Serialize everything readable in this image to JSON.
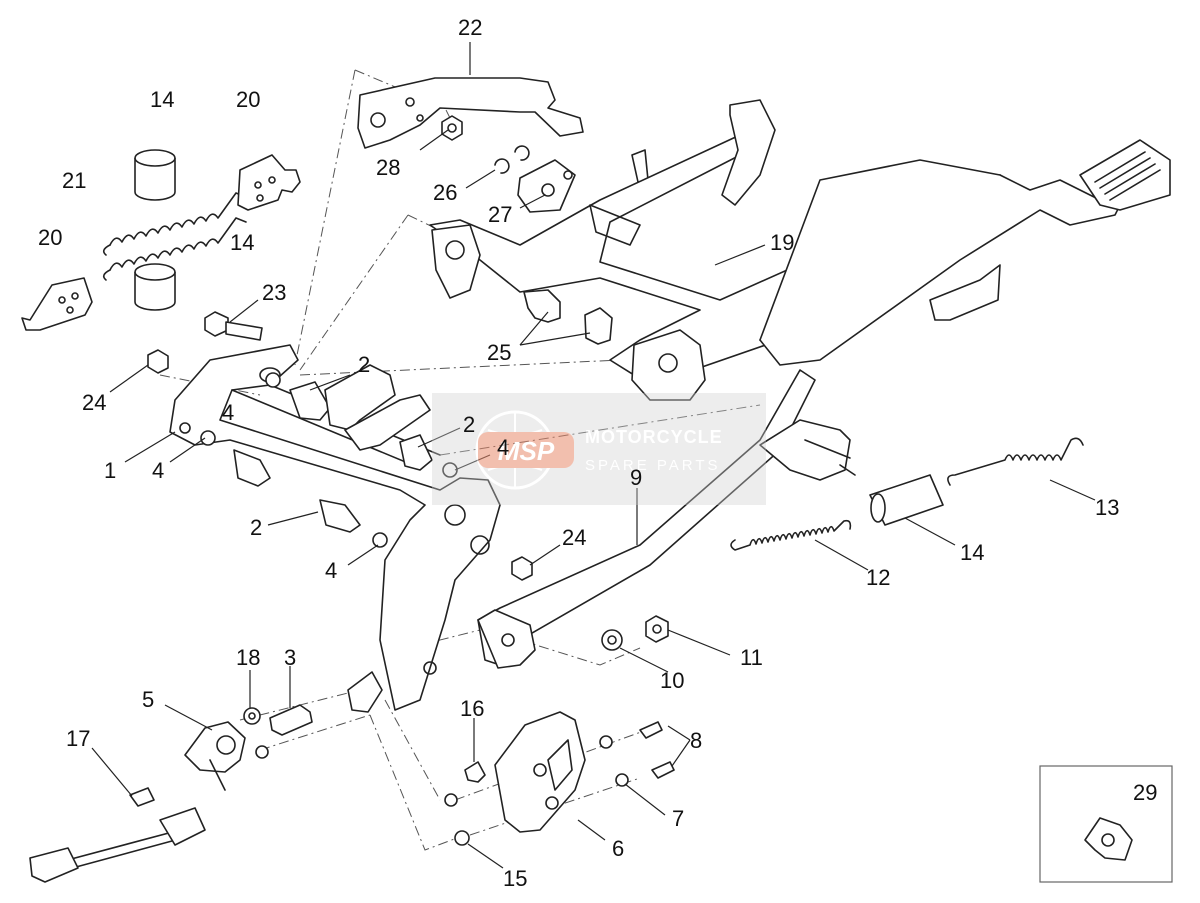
{
  "watermark": {
    "logo_text": "MSP",
    "line1": "MOTORCYCLE",
    "line2": "SPARE PARTS"
  },
  "callouts": [
    {
      "id": "c22a",
      "label": "22"
    },
    {
      "id": "c14a",
      "label": "14"
    },
    {
      "id": "c20a",
      "label": "20"
    },
    {
      "id": "c21",
      "label": "21"
    },
    {
      "id": "c20b",
      "label": "20"
    },
    {
      "id": "c14b",
      "label": "14"
    },
    {
      "id": "c28",
      "label": "28"
    },
    {
      "id": "c26",
      "label": "26"
    },
    {
      "id": "c27",
      "label": "27"
    },
    {
      "id": "c19",
      "label": "19"
    },
    {
      "id": "c23",
      "label": "23"
    },
    {
      "id": "c25",
      "label": "25"
    },
    {
      "id": "c24a",
      "label": "24"
    },
    {
      "id": "c2a",
      "label": "2"
    },
    {
      "id": "c4a",
      "label": "4"
    },
    {
      "id": "c2b",
      "label": "2"
    },
    {
      "id": "c4b",
      "label": "4"
    },
    {
      "id": "c1",
      "label": "1"
    },
    {
      "id": "c4c",
      "label": "4"
    },
    {
      "id": "c9",
      "label": "9"
    },
    {
      "id": "c13",
      "label": "13"
    },
    {
      "id": "c2c",
      "label": "2"
    },
    {
      "id": "c24b",
      "label": "24"
    },
    {
      "id": "c4d",
      "label": "4"
    },
    {
      "id": "c14c",
      "label": "14"
    },
    {
      "id": "c12",
      "label": "12"
    },
    {
      "id": "c18",
      "label": "18"
    },
    {
      "id": "c3",
      "label": "3"
    },
    {
      "id": "c11",
      "label": "11"
    },
    {
      "id": "c5",
      "label": "5"
    },
    {
      "id": "c10",
      "label": "10"
    },
    {
      "id": "c16",
      "label": "16"
    },
    {
      "id": "c8",
      "label": "8"
    },
    {
      "id": "c17",
      "label": "17"
    },
    {
      "id": "c29",
      "label": "29"
    },
    {
      "id": "c7",
      "label": "7"
    },
    {
      "id": "c6",
      "label": "6"
    },
    {
      "id": "c15",
      "label": "15"
    }
  ]
}
